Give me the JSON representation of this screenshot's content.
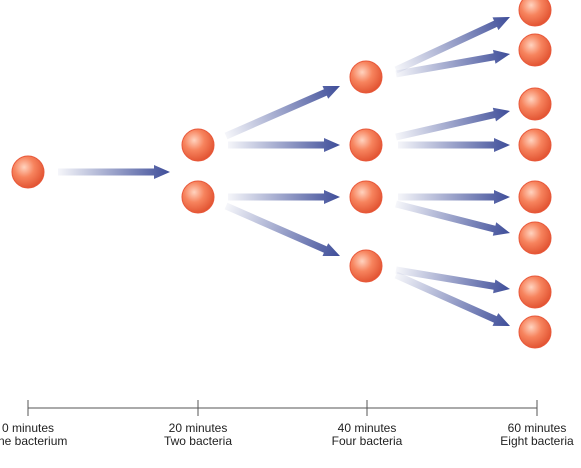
{
  "diagram": {
    "colors": {
      "cell_fill": "#f26f4b",
      "cell_highlight": "#ffd3bf",
      "cell_stroke": "#e8583a",
      "arrow": "#3e4d99",
      "timeline": "#555555"
    },
    "timeline": {
      "ticks": [
        {
          "minutes": "0 minutes",
          "count": "One bacterium"
        },
        {
          "minutes": "20 minutes",
          "count": "Two bacteria"
        },
        {
          "minutes": "40 minutes",
          "count": "Four bacteria"
        },
        {
          "minutes": "60 minutes",
          "count": "Eight bacteria"
        }
      ]
    },
    "generations": [
      {
        "label": "0 minutes",
        "bacteria": 1
      },
      {
        "label": "20 minutes",
        "bacteria": 2
      },
      {
        "label": "40 minutes",
        "bacteria": 4
      },
      {
        "label": "60 minutes",
        "bacteria": 8
      }
    ]
  }
}
